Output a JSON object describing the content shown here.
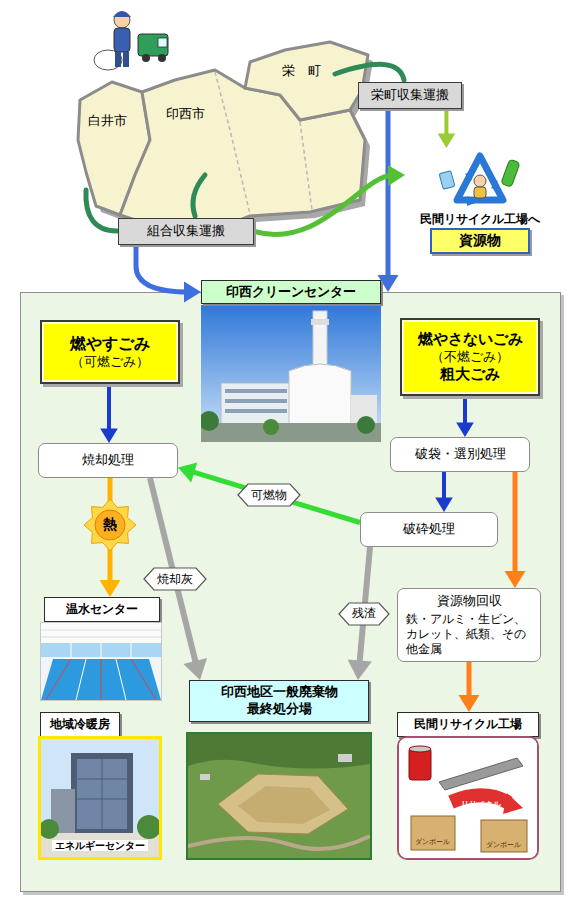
{
  "diagram": {
    "nodes": [
      {
        "text": [
          "栄町収集運搬"
        ]
      },
      {
        "text": [
          "組合収集運搬"
        ]
      },
      {
        "text": [
          "民間リサイクル工場へ",
          "資源物"
        ]
      },
      {
        "text": [
          "印西クリーンセンター"
        ]
      },
      {
        "text": [
          "燃やすごみ",
          "（可燃ごみ）"
        ],
        "in": 3
      },
      {
        "text": [
          "燃やさないごみ",
          "（不燃ごみ）",
          "粗大ごみ"
        ],
        "in": 3
      },
      {
        "text": [
          "焼却処理"
        ],
        "in": 3
      },
      {
        "text": [
          "破袋・選別処理"
        ],
        "in": 3
      },
      {
        "text": [
          "破砕処理"
        ],
        "in": 3
      },
      {
        "text": [
          "熱"
        ],
        "in": 3
      },
      {
        "text": [
          "温水センター"
        ],
        "in": 3
      },
      {
        "text": [
          "地域冷暖房",
          "エネルギーセンター"
        ],
        "in": 3
      },
      {
        "text": [
          "印西地区一般廃棄物 最終処分場"
        ],
        "in": 3
      },
      {
        "text": [
          "資源物回収",
          "鉄・アルミ・生ビン、カレット、紙類、その他金属"
        ],
        "in": 3
      },
      {
        "text": [
          "民間リサイクル工場"
        ],
        "in": 3
      }
    ],
    "edges": [
      {
        "from": 0,
        "to": 2,
        "arrow": "to"
      },
      {
        "from": 0,
        "to": 3,
        "arrow": "to"
      },
      {
        "from": 1,
        "to": 2,
        "arrow": "to"
      },
      {
        "from": 1,
        "to": 3,
        "arrow": "to"
      },
      {
        "from": 4,
        "to": 6,
        "arrow": "to"
      },
      {
        "from": 5,
        "to": 7,
        "arrow": "to"
      },
      {
        "from": 7,
        "to": 8,
        "arrow": "to"
      },
      {
        "from": 8,
        "to": 6,
        "label": "可燃物",
        "arrow": "to"
      },
      {
        "from": 6,
        "to": 9,
        "arrow": "none"
      },
      {
        "from": 9,
        "to": 10,
        "arrow": "to"
      },
      {
        "from": 6,
        "to": 12,
        "label": "焼却灰",
        "arrow": "to"
      },
      {
        "from": 8,
        "to": 12,
        "label": "残渣",
        "arrow": "to"
      },
      {
        "from": 7,
        "to": 13,
        "arrow": "to"
      },
      {
        "from": 13,
        "to": 14,
        "arrow": "to"
      }
    ],
    "labels": [
      "白井市",
      "印西市",
      "栄　町",
      "リサイクル",
      "ダンボール",
      "ダンボール"
    ]
  }
}
